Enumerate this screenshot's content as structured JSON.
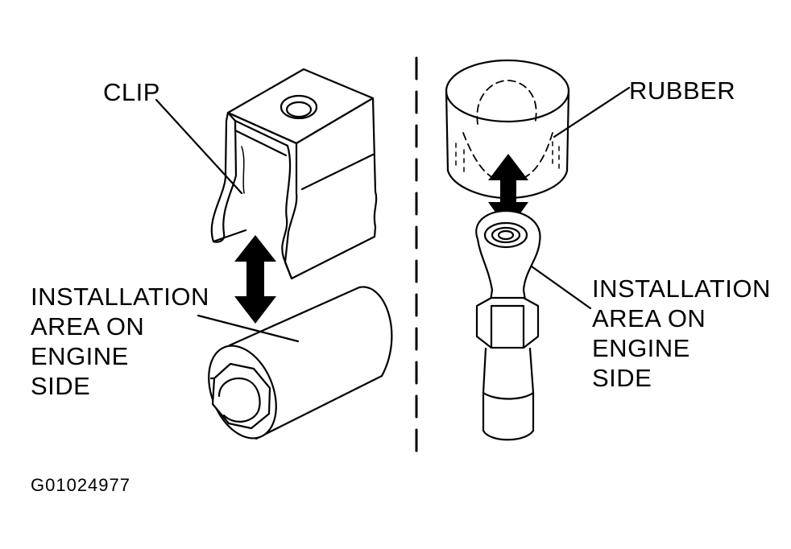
{
  "figure_id": "G01024977",
  "left_panel": {
    "clip_label": "CLIP",
    "installation_label": [
      "INSTALLATION",
      "AREA ON",
      "ENGINE",
      "SIDE"
    ]
  },
  "right_panel": {
    "rubber_label": "RUBBER",
    "installation_label": [
      "INSTALLATION",
      "AREA ON",
      "ENGINE",
      "SIDE"
    ]
  },
  "colors": {
    "ink": "#000000",
    "paper": "#ffffff"
  },
  "icons": [
    "clip-part",
    "cylindrical-bolt-boss",
    "rubber-cap",
    "ball-stud",
    "double-arrow"
  ]
}
